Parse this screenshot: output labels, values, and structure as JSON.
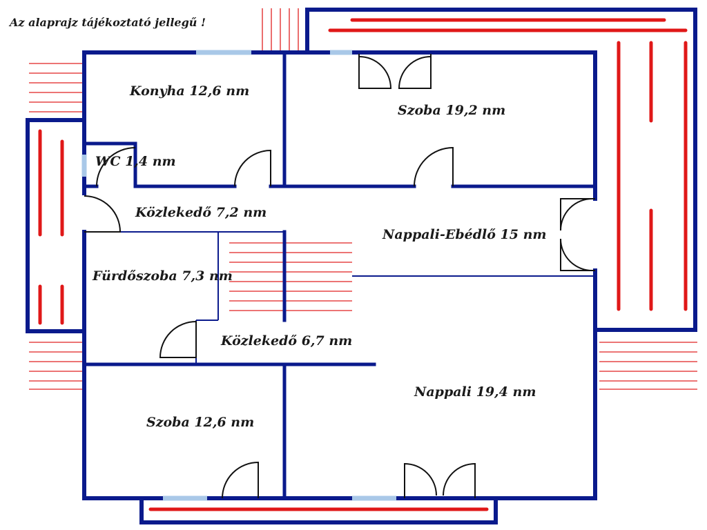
{
  "note": "Az alaprajz tájékoztató jellegű !",
  "rooms": {
    "konyha": "Konyha 12,6 nm",
    "szoba_felso": "Szoba 19,2 nm",
    "wc": "WC 1,4 nm",
    "kozlekedo_1": "Közlekedő 7,2 nm",
    "nappali_ebedlo": "Nappali-Ebédlő 15 nm",
    "furdoszoba": "Fürdőszoba 7,3 nm",
    "kozlekedo_2": "Közlekedő 6,7 nm",
    "nappali": "Nappali 19,4 nm",
    "szoba_also": "Szoba 12,6 nm"
  },
  "colors": {
    "wall": "#0a1a8c",
    "heating": "#e01818",
    "window": "#a9c8e8"
  }
}
